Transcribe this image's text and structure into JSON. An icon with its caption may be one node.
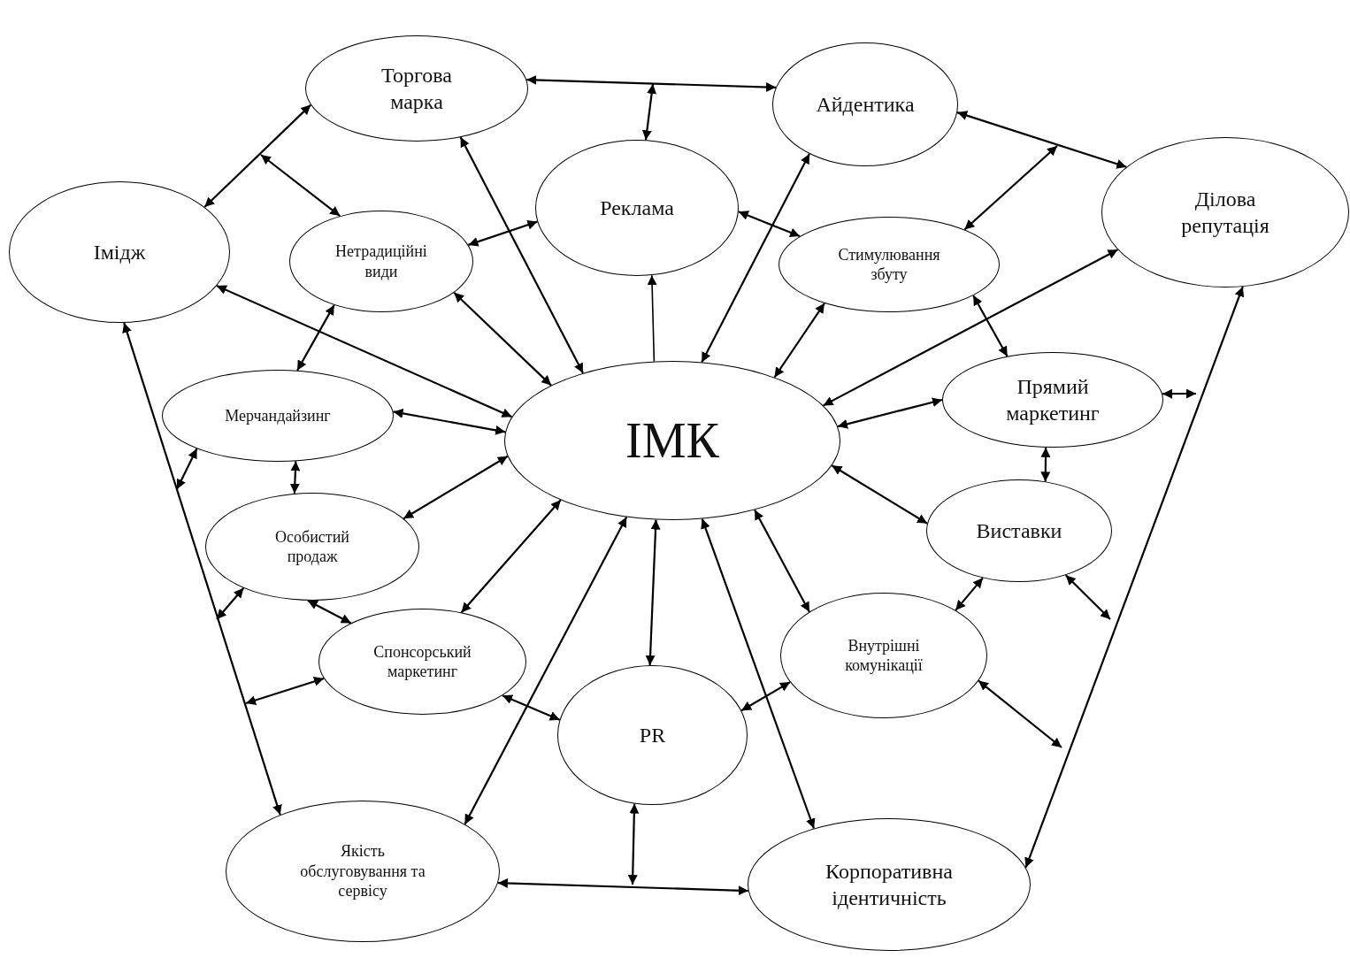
{
  "diagram": {
    "nodes": [
      {
        "text": [
          "Торгова марка"
        ]
      },
      {
        "text": [
          "Айдентика"
        ]
      },
      {
        "text": [
          "Імідж"
        ]
      },
      {
        "text": [
          "Реклама"
        ]
      },
      {
        "text": [
          "Ділова репутація"
        ]
      },
      {
        "text": [
          "Нетрадиційні види"
        ]
      },
      {
        "text": [
          "Стимулювання збуту"
        ]
      },
      {
        "text": [
          "ІМК"
        ]
      },
      {
        "text": [
          "Мерчандайзинг"
        ]
      },
      {
        "text": [
          "Прямий маркетинг"
        ]
      },
      {
        "text": [
          "Особистий продаж"
        ]
      },
      {
        "text": [
          "Виставки"
        ]
      },
      {
        "text": [
          "Спонсорський маркетинг"
        ]
      },
      {
        "text": [
          "Внутрішні комунікації"
        ]
      },
      {
        "text": [
          "PR"
        ]
      },
      {
        "text": [
          "Якість обслуговування та сервісу"
        ]
      },
      {
        "text": [
          "Корпоративна ідентичність"
        ]
      }
    ],
    "edges": [
      {
        "from": 0,
        "to": 1,
        "arrow": "both"
      },
      {
        "from": null,
        "to": 3,
        "arrow": "both"
      },
      {
        "from": 0,
        "to": 2,
        "arrow": "both"
      },
      {
        "from": null,
        "to": 5,
        "arrow": "both"
      },
      {
        "from": 0,
        "to": 7,
        "arrow": "both"
      },
      {
        "from": 1,
        "to": 4,
        "arrow": "both"
      },
      {
        "from": null,
        "to": 6,
        "arrow": "both"
      },
      {
        "from": 1,
        "to": 7,
        "arrow": "both"
      },
      {
        "from": 3,
        "to": 5,
        "arrow": "both"
      },
      {
        "from": 3,
        "to": 6,
        "arrow": "both"
      },
      {
        "from": 7,
        "to": 3,
        "arrow": "to"
      },
      {
        "from": 2,
        "to": 7,
        "arrow": "both"
      },
      {
        "from": 2,
        "to": 15,
        "arrow": "both"
      },
      {
        "from": null,
        "to": 8,
        "arrow": "both"
      },
      {
        "from": null,
        "to": 10,
        "arrow": "both"
      },
      {
        "from": null,
        "to": 12,
        "arrow": "both"
      },
      {
        "from": 4,
        "to": 7,
        "arrow": "both"
      },
      {
        "from": 4,
        "to": 16,
        "arrow": "both"
      },
      {
        "from": null,
        "to": 9,
        "arrow": "both"
      },
      {
        "from": null,
        "to": 11,
        "arrow": "both"
      },
      {
        "from": null,
        "to": 13,
        "arrow": "both"
      },
      {
        "from": 5,
        "to": 7,
        "arrow": "both"
      },
      {
        "from": 5,
        "to": 8,
        "arrow": "both"
      },
      {
        "from": 6,
        "to": 7,
        "arrow": "both"
      },
      {
        "from": 6,
        "to": 9,
        "arrow": "both"
      },
      {
        "from": 7,
        "to": 8,
        "arrow": "both"
      },
      {
        "from": 7,
        "to": 9,
        "arrow": "both"
      },
      {
        "from": 7,
        "to": 10,
        "arrow": "both"
      },
      {
        "from": 7,
        "to": 11,
        "arrow": "both"
      },
      {
        "from": 7,
        "to": 12,
        "arrow": "both"
      },
      {
        "from": 7,
        "to": 14,
        "arrow": "both"
      },
      {
        "from": 7,
        "to": 15,
        "arrow": "both"
      },
      {
        "from": 7,
        "to": 16,
        "arrow": "both"
      },
      {
        "from": 7,
        "to": 13,
        "arrow": "both"
      },
      {
        "from": 8,
        "to": 10,
        "arrow": "both"
      },
      {
        "from": 9,
        "to": 11,
        "arrow": "both"
      },
      {
        "from": 10,
        "to": 12,
        "arrow": "both"
      },
      {
        "from": 11,
        "to": 13,
        "arrow": "both"
      },
      {
        "from": 12,
        "to": 14,
        "arrow": "both"
      },
      {
        "from": 13,
        "to": 14,
        "arrow": "both"
      },
      {
        "from": null,
        "to": 14,
        "arrow": "both"
      },
      {
        "from": 15,
        "to": 16,
        "arrow": "both"
      }
    ]
  }
}
